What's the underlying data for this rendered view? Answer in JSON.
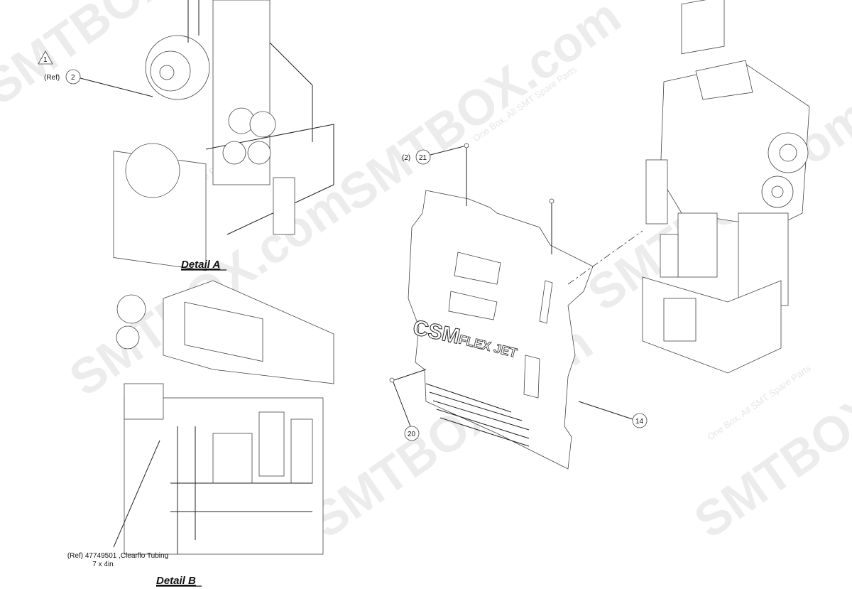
{
  "callouts": {
    "note_1": "1",
    "ref_2_prefix": "(Ref)",
    "ref_2": "2",
    "qty_21": "(2)",
    "item_21": "21",
    "item_20": "20",
    "item_14": "14"
  },
  "details": {
    "detail_a": "Detail A",
    "detail_b": "Detail B"
  },
  "tubing_note": {
    "line1": "(Ref) 47749501 ,Clearflo Tubing",
    "line2": "7 x 4in"
  },
  "cover_logo": {
    "brand": "CSM",
    "product": "FLEX JET"
  },
  "watermark": {
    "text": "SMTBOX.com",
    "tagline": "One Box, All SMT Spare Parts"
  }
}
